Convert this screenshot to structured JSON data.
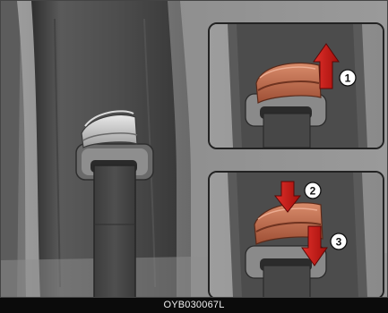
{
  "figure": {
    "caption": "OYB030067L",
    "callouts": [
      "1",
      "2",
      "3"
    ],
    "colors": {
      "adjuster_highlight": "#b96a4f",
      "arrow_red": "#d21a16",
      "pillar_dark": "#4a4a4a",
      "background": "#8a8a8a"
    }
  }
}
